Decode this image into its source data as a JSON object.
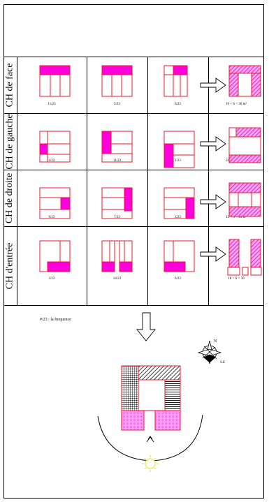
{
  "rows": [
    {
      "label": "CH de face",
      "captions": [
        "11/23",
        "5/23",
        "0/23",
        "19 < S < 30 m²"
      ]
    },
    {
      "label": "CH de gauche",
      "captions": [
        "4/23",
        "11/23",
        "1/23",
        "22 < S < 32 m²"
      ]
    },
    {
      "label": "CH de droite",
      "captions": [
        "9/23",
        "7/23",
        "2/23",
        "12 < S < 24 m²"
      ]
    },
    {
      "label": "CH d'entrée",
      "captions": [
        "3/23",
        "14/23",
        "6/23",
        "18 < S < 30"
      ]
    }
  ],
  "legend": {
    "symbol": "#/23",
    "text": ": la frequence"
  },
  "compass": {
    "north": "N",
    "southeast": "S.E"
  },
  "colors": {
    "outline": "#e8182c",
    "fill": "#ff00dd",
    "hatch": "#dd00cc"
  }
}
